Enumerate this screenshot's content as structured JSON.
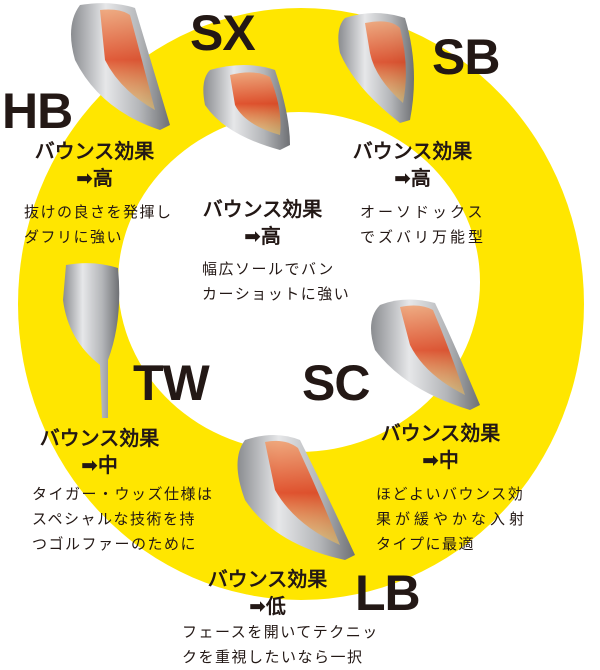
{
  "colors": {
    "ring": "#ffe600",
    "text": "#231815"
  },
  "wedges": [
    {
      "code": "HB",
      "effect": "バウンス効果",
      "level": "➡高",
      "desc": [
        "抜けの良さを発揮し",
        "ダフリに強い"
      ]
    },
    {
      "code": "SX",
      "effect": "バウンス効果",
      "level": "➡高",
      "desc": [
        "幅広ソールでバン",
        "カーショットに強い"
      ]
    },
    {
      "code": "SB",
      "effect": "バウンス効果",
      "level": "➡高",
      "desc": [
        "オーソドックス",
        "でズバリ万能型"
      ]
    },
    {
      "code": "TW",
      "effect": "バウンス効果",
      "level": "➡中",
      "desc": [
        "タイガー・ウッズ仕様は",
        "スペシャルな技術を持",
        "つゴルファーのために"
      ]
    },
    {
      "code": "SC",
      "effect": "バウンス効果",
      "level": "➡中",
      "desc": [
        "ほどよいバウンス効",
        "果が緩やかな入射",
        "タイプに最適"
      ]
    },
    {
      "code": "LB",
      "effect": "バウンス効果",
      "level": "➡低",
      "desc": [
        "フェースを開いてテクニッ",
        "クを重視したいなら一択"
      ]
    }
  ]
}
